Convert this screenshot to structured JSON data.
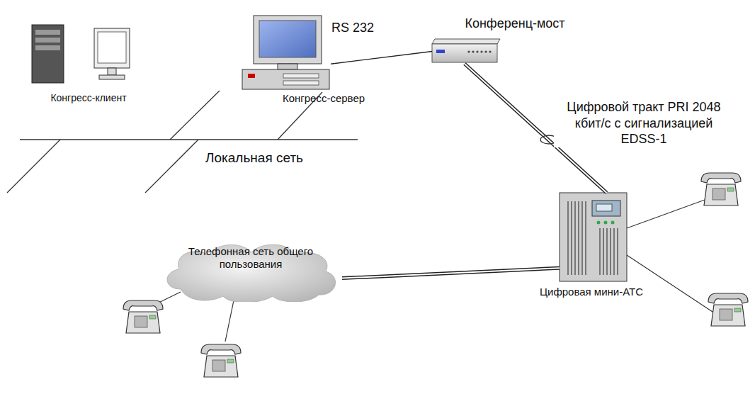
{
  "diagram": {
    "nodes": [
      {
        "text": [
          "Конгресс-клиент"
        ]
      },
      {
        "text": [
          "Конгресс-сервер"
        ]
      },
      {
        "text": [
          "Конференц-мост"
        ]
      },
      {
        "text": [
          "Цифровая мини-АТС"
        ]
      },
      {
        "text": [
          "Телефонная сеть общего пользования"
        ]
      }
    ],
    "edges": [
      {
        "from": 1,
        "to": 2,
        "label": "RS 232",
        "arrow": "none"
      },
      {
        "from": 2,
        "to": 3,
        "label": "Цифровой тракт PRI 2048 кбит/с с сигнализацией EDSS-1",
        "arrow": "none"
      },
      {
        "from": 4,
        "to": 3,
        "arrow": "none"
      }
    ],
    "labels": [
      "Локальная сеть"
    ]
  }
}
